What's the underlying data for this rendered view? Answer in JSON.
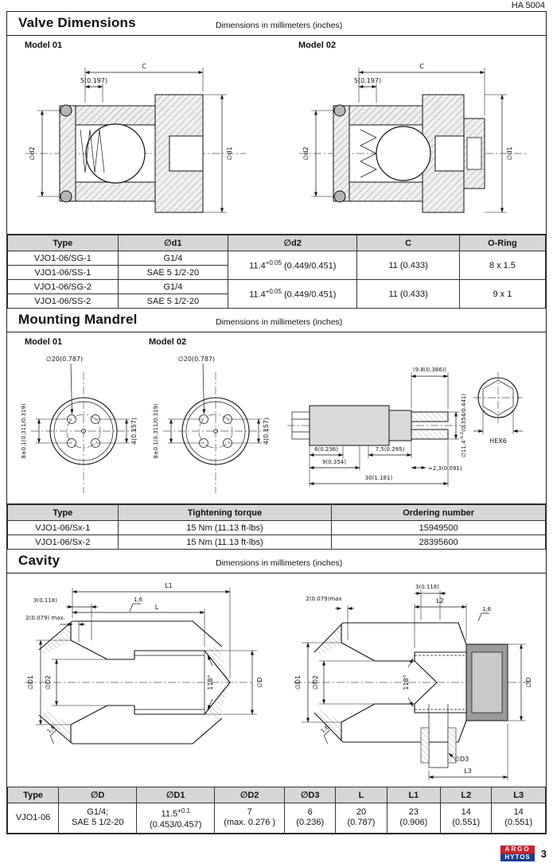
{
  "page": {
    "doc_ref": "HA 5004"
  },
  "common": {
    "subtitle": "Dimensions in millimeters (inches)"
  },
  "valve": {
    "title": "Valve Dimensions",
    "model01": "Model 01",
    "model02": "Model 02",
    "d": {
      "C": "C",
      "five": "5(0.197)",
      "d1": "∅d1",
      "d2": "∅d2"
    },
    "table": {
      "h": {
        "type": "Type",
        "d1": "∅d1",
        "d2": "∅d2",
        "c": "C",
        "oring": "O-Ring"
      },
      "r1_type": "VJO1-06/SG-1",
      "r1_d1": "G1/4",
      "r2_type": "VJO1-06/SS-1",
      "r2_d1": "SAE 5  1/2-20",
      "r3_type": "VJO1-06/SG-2",
      "r3_d1": "G1/4",
      "r4_type": "VJO1-06/SS-2",
      "r4_d1": "SAE 5  1/2-20",
      "d2a_base": "11.4",
      "d2a_sup": "+0.05",
      "d2a_in": " (0.449/0.451)",
      "d2b_base": "11.4",
      "d2b_sup": "+0.05",
      "d2b_in": " (0.449/0.451)",
      "c_a": "11 (0.433)",
      "c_b": "11 (0.433)",
      "oring_a": "8 x 1.5",
      "oring_b": "9 x 1"
    }
  },
  "mandrel": {
    "title": "Mounting Mandrel",
    "model01": "Model 01",
    "model02": "Model 02",
    "d": {
      "bolt": "∅20(0.787)",
      "four": "4(0.157)",
      "eight": "8±0.1(0.311/0.319)",
      "nine8": "(9.8(0.386))",
      "six": "6(0.236)",
      "seven5": "7,5(0.295)",
      "nine": "9(0.354)",
      "two3": "≈2,3(0.091)",
      "thirty": "30(1.181)",
      "d114": "∅11,4",
      "d114sup": "-0.2",
      "d114in": "(0.354/0.441)",
      "hex6": "HEX6"
    },
    "table": {
      "h": {
        "type": "Type",
        "torque": "Tightening torque",
        "ordering": "Ordering number"
      },
      "r1_type": "VJO1-06/Sx-1",
      "r1_torque": "15 Nm (11.13 ft-lbs)",
      "r1_ordering": "15949500",
      "r2_type": "VJO1-06/Sx-2",
      "r2_torque": "15 Nm (11.13 ft-lbs)",
      "r2_ordering": "28395600"
    }
  },
  "cavity": {
    "title": "Cavity",
    "d": {
      "L1": "L1",
      "L": "L",
      "L2": "L2",
      "L3": "L3",
      "three": "3(0.118)",
      "twomax": "2(0.079) max.",
      "twomax2": "2(0.079)max",
      "rough": "1,6",
      "D1": "∅D1",
      "D2": "∅D2",
      "D": "∅D",
      "D3": "∅D3",
      "angle": "118°"
    },
    "table": {
      "h": {
        "type": "Type",
        "D": "∅D",
        "D1": "∅D1",
        "D2": "∅D2",
        "D3": "∅D3",
        "L": "L",
        "L1": "L1",
        "L2": "L2",
        "L3": "L3"
      },
      "type": "VJO1-06",
      "D_l1": "G1/4;",
      "D_l2": "SAE 5  1/2-20",
      "D1_base": "11.5",
      "D1_sup": "+0.1",
      "D1_in": "(0.453/0.457)",
      "D2_l1": "7",
      "D2_l2": "(max. 0.276 )",
      "D3_l1": "6",
      "D3_l2": "(0.236)",
      "L_l1": "20",
      "L_l2": "(0.787)",
      "L1_l1": "23",
      "L1_l2": "(0.906)",
      "L2_l1": "14",
      "L2_l2": "(0.551)",
      "L3_l1": "14",
      "L3_l2": "(0.551)"
    }
  },
  "footer": {
    "brand_top": "ARGO",
    "brand_bottom": "HYTOS",
    "page": "3"
  }
}
